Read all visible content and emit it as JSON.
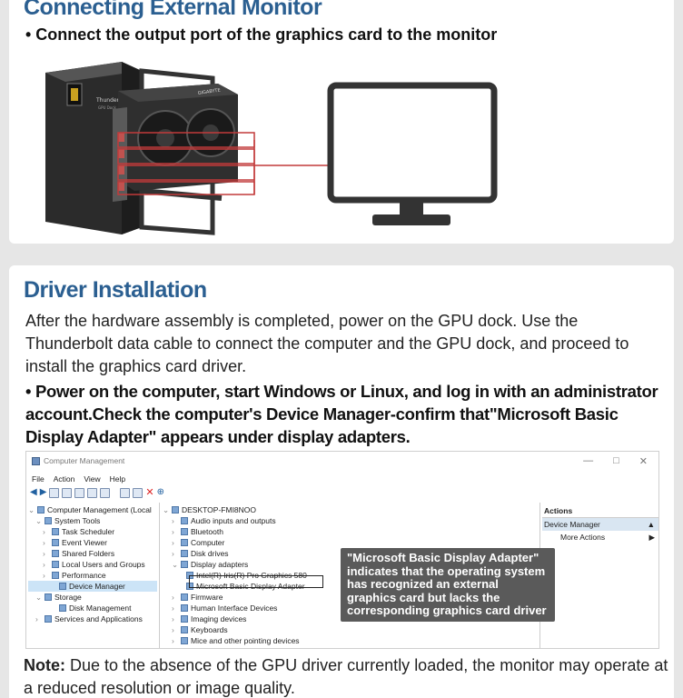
{
  "section1": {
    "title": "Connecting External Monitor",
    "bullet": "• Connect the output port of the graphics card to the monitor",
    "dock_label": "Thunderbolt 3/4",
    "dock_sublabel": "GPU Dock",
    "gpu_brand": "GIGABYTE"
  },
  "section2": {
    "title": "Driver Installation",
    "paragraph": "After the hardware assembly is completed, power on the GPU dock. Use the Thunderbolt data cable to connect the computer and the GPU dock, and proceed to install the graphics card driver.",
    "bold_paragraph": "• Power on the computer, start Windows or Linux, and log in with an administrator account.Check the computer's Device Manager-confirm that\"Microsoft Basic Display Adapter\" appears under display adapters.",
    "note_label": "Note:",
    "note_text": " Due to the absence of the GPU driver currently loaded, the monitor may operate at a reduced resolution or image quality."
  },
  "window": {
    "title": "Computer Management",
    "ctrl_min": "—",
    "ctrl_max": "□",
    "ctrl_close": "✕",
    "menu": [
      "File",
      "Action",
      "View",
      "Help"
    ],
    "left_tree": [
      "Computer Management (Local",
      "System Tools",
      "Task Scheduler",
      "Event Viewer",
      "Shared Folders",
      "Local Users and Groups",
      "Performance",
      "Device Manager",
      "Storage",
      "Disk Management",
      "Services and Applications"
    ],
    "middle_tree": [
      "DESKTOP-FMI8NOO",
      "Audio inputs and outputs",
      "Bluetooth",
      "Computer",
      "Disk drives",
      "Display adapters",
      "Intel(R) Iris(R) Pro Graphics 580",
      "Microsoft Basic Display Adapter",
      "Firmware",
      "Human Interface Devices",
      "Imaging devices",
      "Keyboards",
      "Mice and other pointing devices"
    ],
    "actions_header": "Actions",
    "actions_device_manager": "Device Manager",
    "actions_more": "More Actions",
    "callout": "\"Microsoft Basic Display Adapter\" indicates that the operating system has recognized an external graphics card but lacks the corresponding graphics card driver"
  }
}
